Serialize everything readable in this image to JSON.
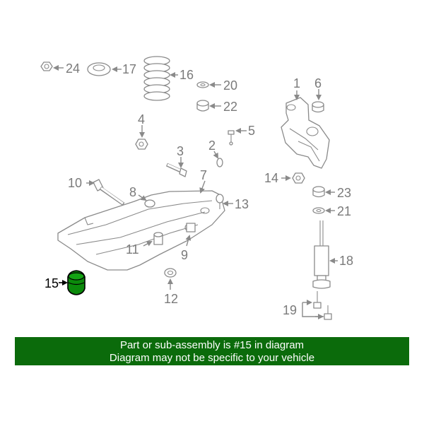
{
  "callouts": {
    "c1": "1",
    "c2": "2",
    "c3": "3",
    "c4": "4",
    "c5": "5",
    "c6": "6",
    "c7": "7",
    "c8": "8",
    "c9": "9",
    "c10": "10",
    "c11": "11",
    "c12": "12",
    "c13": "13",
    "c14": "14",
    "c15": "15",
    "c16": "16",
    "c17": "17",
    "c18": "18",
    "c19": "19",
    "c20": "20",
    "c21": "21",
    "c22": "22",
    "c23": "23",
    "c24": "24"
  },
  "highlight_part": "15",
  "colors": {
    "banner_bg": "#0b6b0b",
    "highlight": "#0b8a0b",
    "line": "#8a8a8a"
  },
  "banner": {
    "line1": "Part or sub-assembly is #15 in diagram",
    "line2": "Diagram may not be specific to your vehicle"
  }
}
